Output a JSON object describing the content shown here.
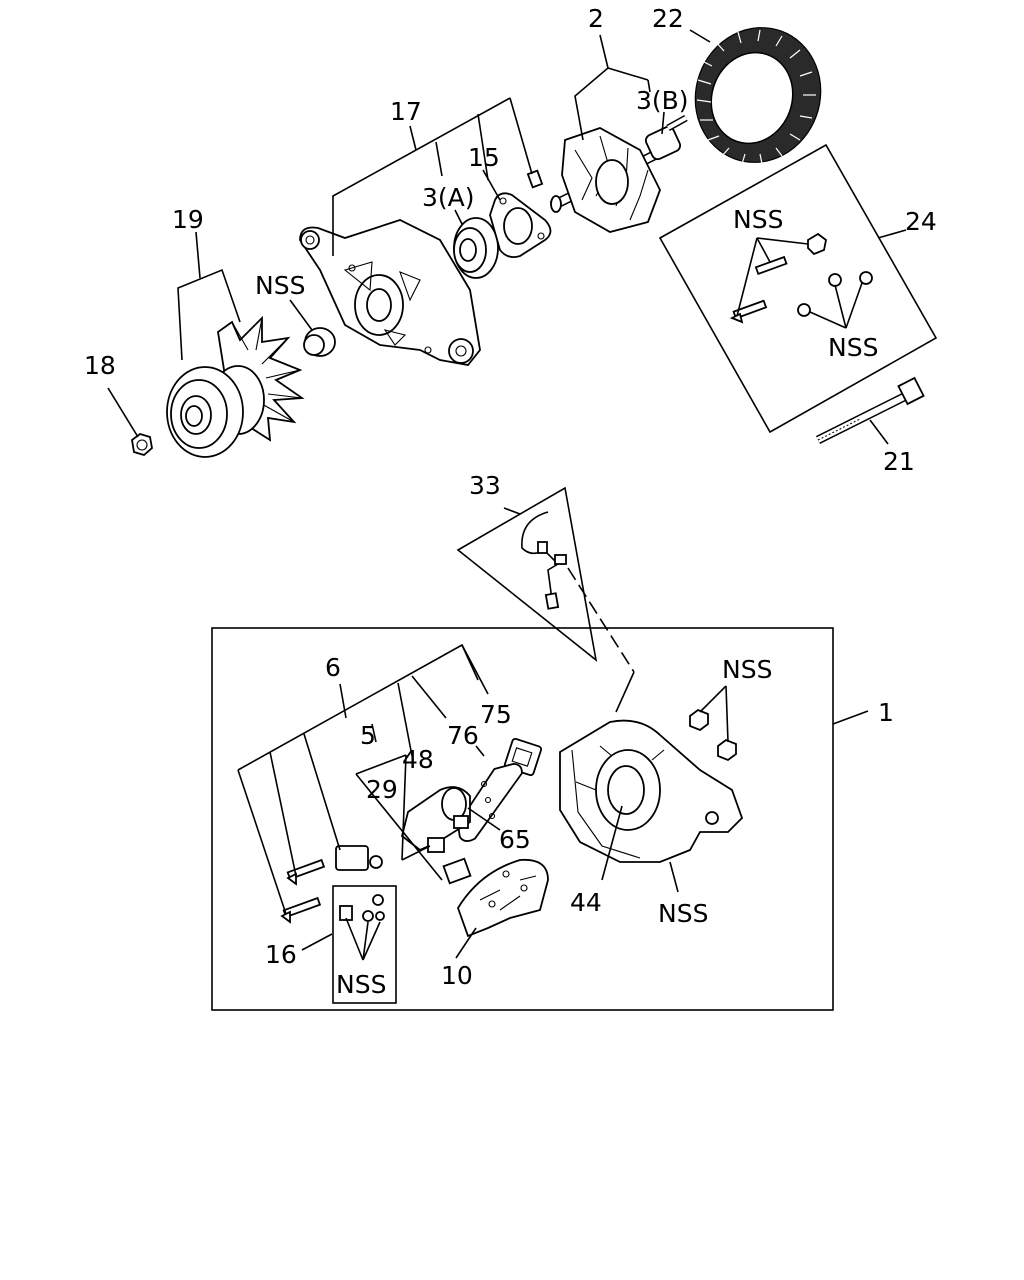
{
  "labels": {
    "l2": "2",
    "l22": "22",
    "l3b": "3(B)",
    "l17": "17",
    "l15": "15",
    "l3a": "3(A)",
    "l19": "19",
    "nss_bearing": "NSS",
    "l18": "18",
    "l24": "24",
    "nss_kit_top": "NSS",
    "nss_kit_bottom": "NSS",
    "l21": "21",
    "l33": "33",
    "l1": "1",
    "nss_nuts": "NSS",
    "l6": "6",
    "l5": "5",
    "l75": "75",
    "l76": "76",
    "l48": "48",
    "l29": "29",
    "l65": "65",
    "l44": "44",
    "nss_housing": "NSS",
    "l16": "16",
    "nss_box": "NSS",
    "l10": "10"
  },
  "icons": [
    "pulley-icon",
    "fan-icon",
    "front-housing-icon",
    "rotor-icon",
    "stator-icon",
    "rear-housing-icon",
    "regulator-icon",
    "rectifier-icon",
    "wire-harness-icon"
  ]
}
